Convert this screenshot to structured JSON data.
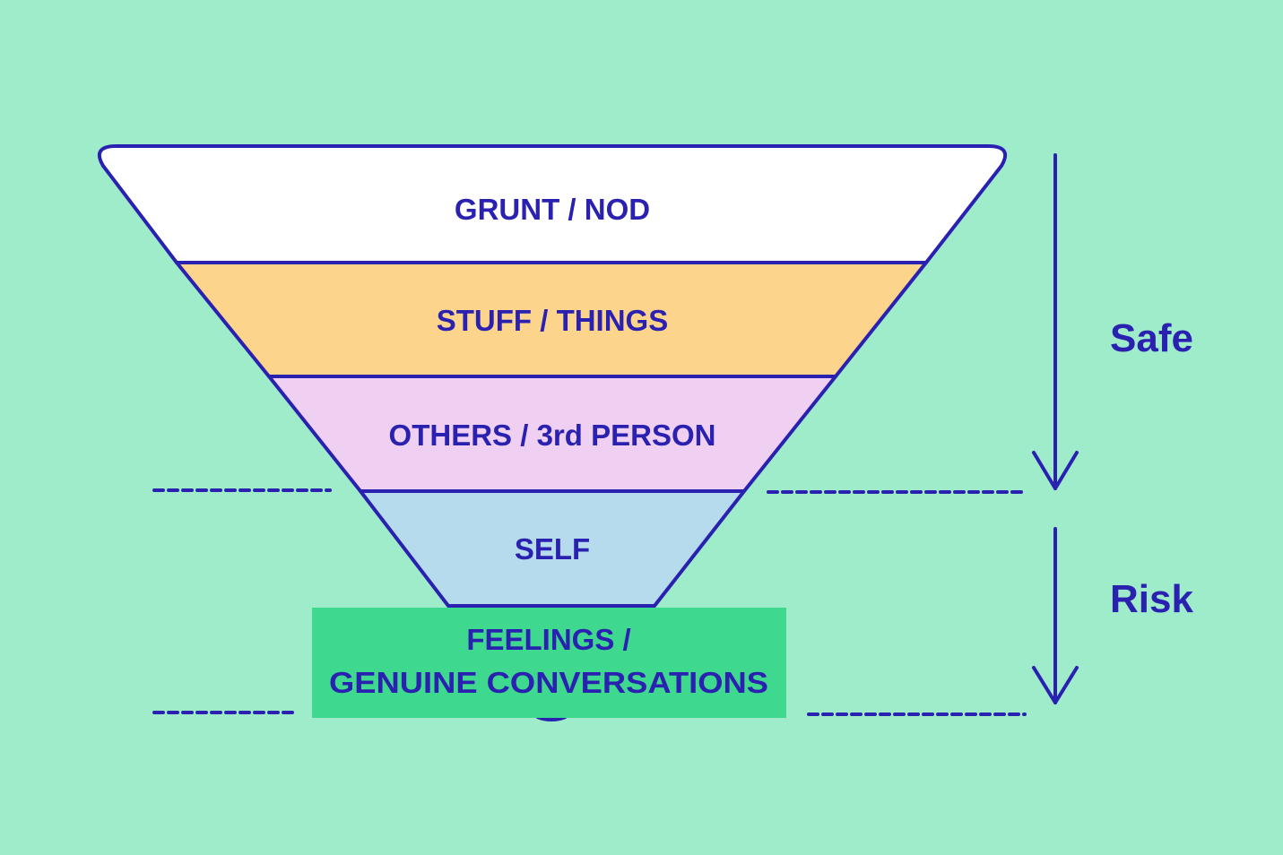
{
  "diagram": {
    "title": "Conversation depth funnel",
    "colors": {
      "background": "#9fecca",
      "stroke": "#2a21b0",
      "text": "#2a21b0",
      "highlight_box": "#3ed98f"
    },
    "layers": [
      {
        "label": "GRUNT / NOD",
        "fill": "#ffffff"
      },
      {
        "label": "STUFF / THINGS",
        "fill": "#fdd48c"
      },
      {
        "label": "OTHERS / 3rd PERSON",
        "fill": "#efd0f2"
      },
      {
        "label": "SELF",
        "fill": "#b5dbec"
      }
    ],
    "highlight": {
      "line1": "FEELINGS /",
      "line2": "GENUINE CONVERSATIONS"
    },
    "zones": [
      {
        "label": "Safe",
        "icon": "arrow-down-icon"
      },
      {
        "label": "Risk",
        "icon": "arrow-down-icon"
      }
    ]
  }
}
